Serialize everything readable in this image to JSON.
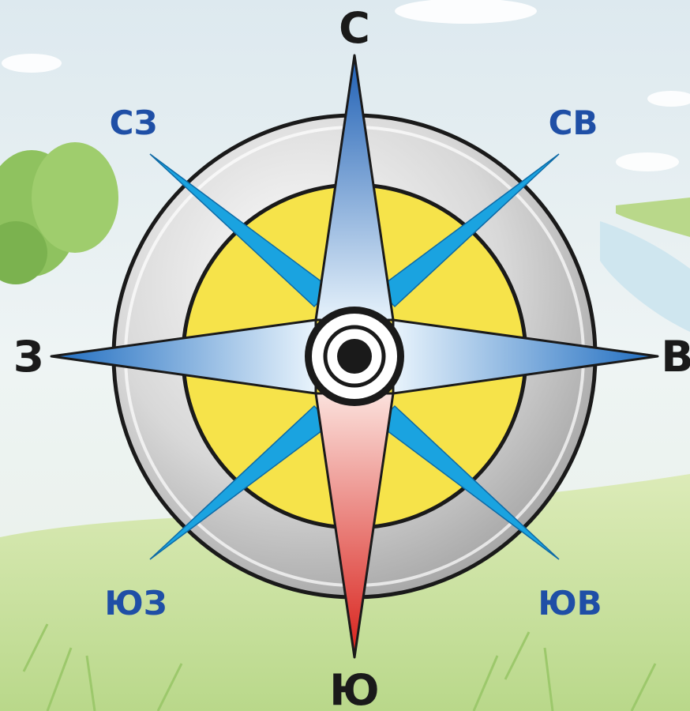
{
  "compass": {
    "directions": {
      "north": "С",
      "south": "Ю",
      "west": "З",
      "east": "В",
      "northwest": "СЗ",
      "northeast": "СВ",
      "southwest": "ЮЗ",
      "southeast": "ЮВ"
    }
  },
  "colors": {
    "cardinal_label": "#1a1a1a",
    "intercardinal_label": "#1f4fa6",
    "north_arm": "#1e6fc0",
    "south_arm": "#e23a2e",
    "diagonal_arms": "#1aa3e0",
    "outer_ring": "#c9c9c9",
    "inner_disk": "#f6e34a",
    "background_sky": "#eaf2f4",
    "background_grass": "#cfe3a6"
  }
}
